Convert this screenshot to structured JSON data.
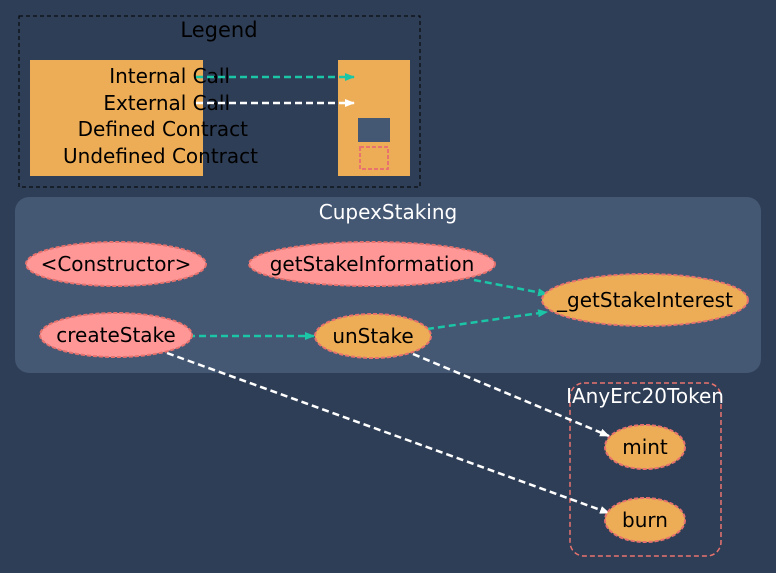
{
  "colors": {
    "background": "#2e3e56",
    "cluster_fill": "#445773",
    "defined_node": "#edad56",
    "external_node": "#ff9797",
    "undefined_border": "#e8726d",
    "internal_call": "#1bc6a6",
    "external_call": "#ffffff",
    "text_dark": "#000000",
    "text_light": "#ffffff"
  },
  "legend": {
    "title": "Legend",
    "internal_call": "Internal Call",
    "external_call": "External Call",
    "defined_contract": "Defined Contract",
    "undefined_contract": "Undefined Contract"
  },
  "clusters": {
    "cupex": {
      "label": "CupexStaking"
    },
    "token": {
      "label": "IAnyErc20Token"
    }
  },
  "nodes": {
    "constructor": "<Constructor>",
    "get_stake_information": "getStakeInformation",
    "get_stake_interest": "_getStakeInterest",
    "create_stake": "createStake",
    "un_stake": "unStake",
    "mint": "mint",
    "burn": "burn"
  }
}
